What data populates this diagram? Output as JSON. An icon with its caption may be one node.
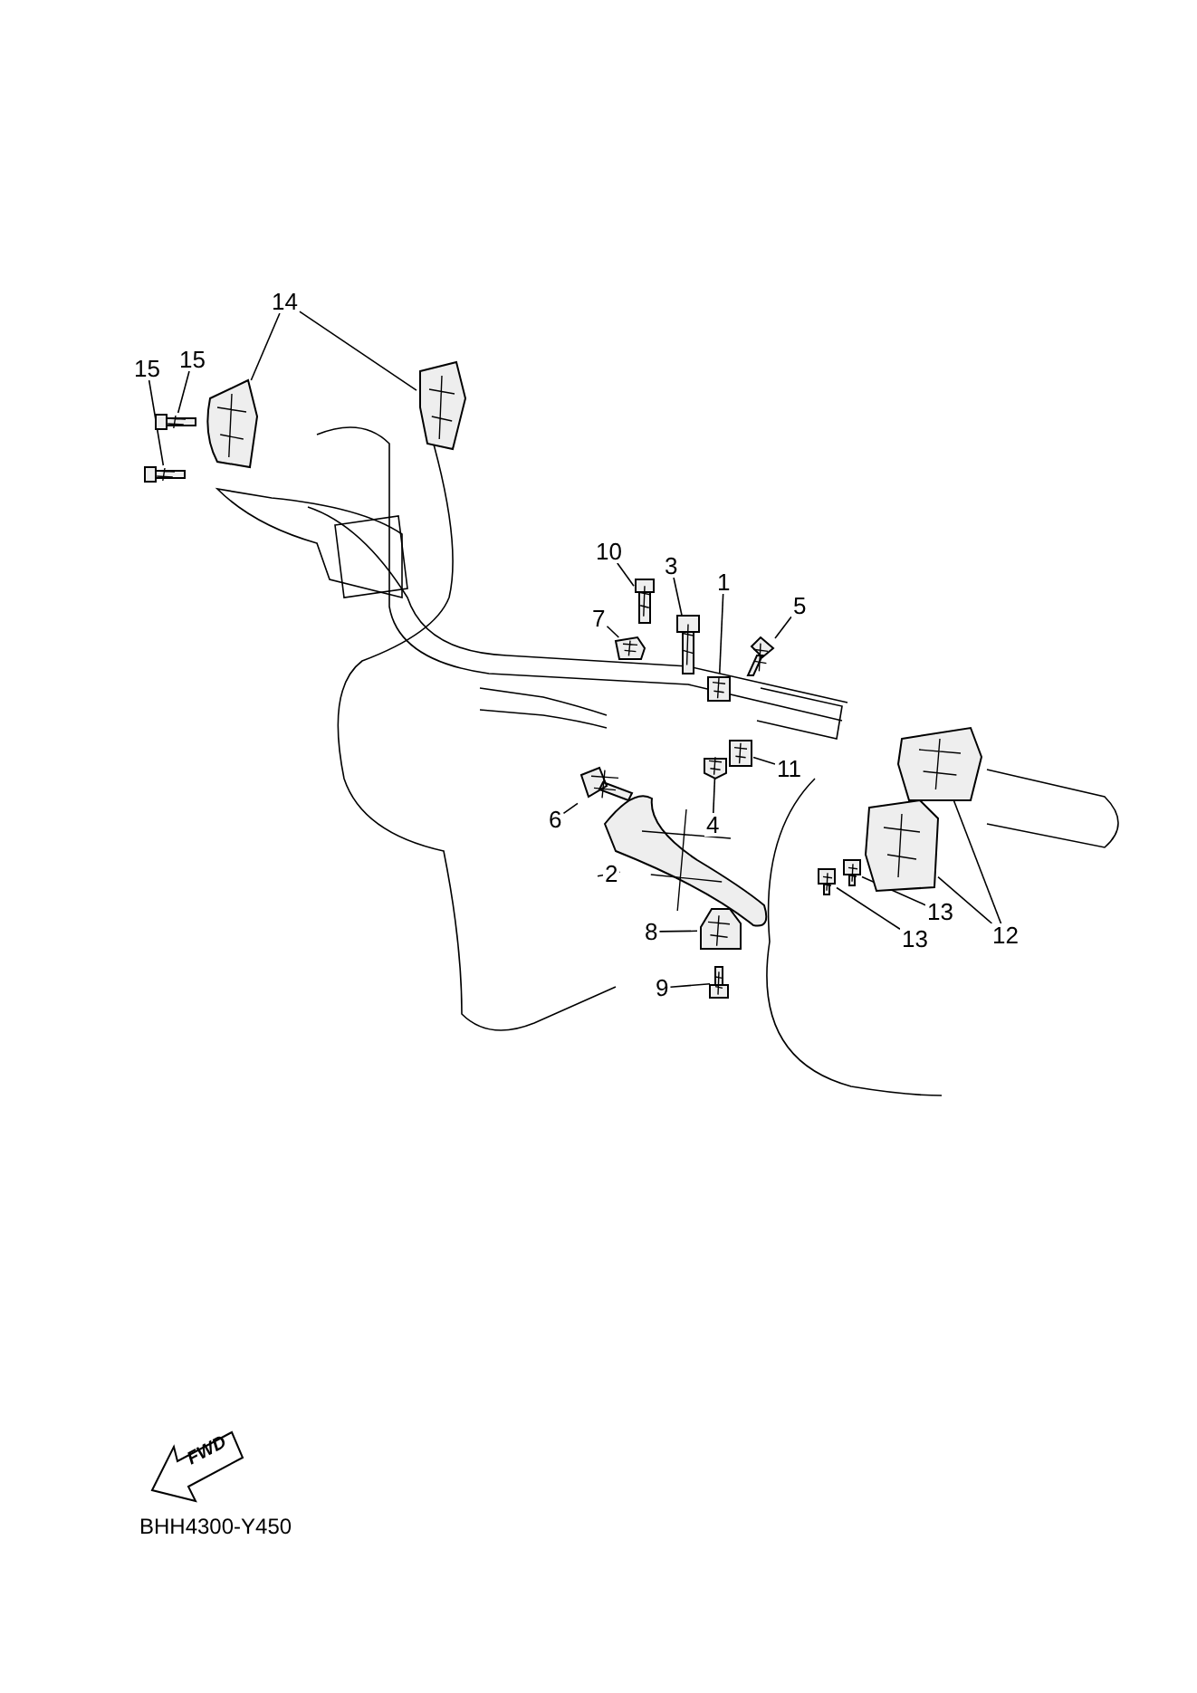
{
  "diagram": {
    "nodes": [
      {
        "text": [
          "14"
        ]
      },
      {
        "text": [
          "15"
        ]
      },
      {
        "text": [
          "15"
        ]
      },
      {
        "text": [
          "10"
        ]
      },
      {
        "text": [
          "3"
        ]
      },
      {
        "text": [
          "1"
        ]
      },
      {
        "text": [
          "5"
        ]
      },
      {
        "text": [
          "7"
        ]
      },
      {
        "text": [
          "11"
        ]
      },
      {
        "text": [
          "6"
        ]
      },
      {
        "text": [
          "4"
        ]
      },
      {
        "text": [
          "2"
        ]
      },
      {
        "text": [
          "13"
        ]
      },
      {
        "text": [
          "8"
        ]
      },
      {
        "text": [
          "12"
        ]
      },
      {
        "text": [
          "13"
        ]
      },
      {
        "text": [
          "9"
        ]
      },
      {
        "text": [],
        "shape": "picture"
      },
      {
        "text": [],
        "shape": "picture"
      },
      {
        "text": [],
        "shape": "picture"
      },
      {
        "text": [],
        "shape": "picture"
      },
      {
        "text": [],
        "shape": "picture"
      },
      {
        "text": [],
        "shape": "picture"
      },
      {
        "text": [],
        "shape": "picture"
      },
      {
        "text": [],
        "shape": "picture"
      },
      {
        "text": [],
        "shape": "picture"
      },
      {
        "text": [],
        "shape": "picture"
      },
      {
        "text": [],
        "shape": "picture"
      },
      {
        "text": [],
        "shape": "picture"
      },
      {
        "text": [],
        "shape": "picture"
      },
      {
        "text": [],
        "shape": "picture"
      },
      {
        "text": [],
        "shape": "picture"
      },
      {
        "text": [],
        "shape": "picture"
      },
      {
        "text": [],
        "shape": "picture"
      },
      {
        "text": [],
        "shape": "picture"
      },
      {
        "text": [],
        "shape": "picture"
      },
      {
        "text": [
          "FWD"
        ]
      }
    ],
    "edges": [
      {
        "from": 0,
        "to": 17,
        "arrow": "none"
      },
      {
        "from": 0,
        "to": 18,
        "arrow": "none"
      },
      {
        "from": 1,
        "to": 19,
        "arrow": "none"
      },
      {
        "from": 2,
        "to": 20,
        "arrow": "none"
      },
      {
        "from": 3,
        "to": 21,
        "arrow": "none"
      },
      {
        "from": 4,
        "to": 22,
        "arrow": "none"
      },
      {
        "from": 5,
        "to": 23,
        "arrow": "none"
      },
      {
        "from": 6,
        "to": 24,
        "arrow": "none"
      },
      {
        "from": 7,
        "to": 25,
        "arrow": "none"
      },
      {
        "from": 8,
        "to": 26,
        "arrow": "none"
      },
      {
        "from": 9,
        "to": 27,
        "arrow": "none"
      },
      {
        "from": 10,
        "to": 28,
        "arrow": "none"
      },
      {
        "from": 11,
        "to": 29,
        "arrow": "none"
      },
      {
        "from": 12,
        "to": 30,
        "arrow": "none"
      },
      {
        "from": 13,
        "to": 31,
        "arrow": "none"
      },
      {
        "from": 14,
        "to": 32,
        "arrow": "none"
      },
      {
        "from": 14,
        "to": 33,
        "arrow": "none"
      },
      {
        "from": 15,
        "to": 34,
        "arrow": "none"
      },
      {
        "from": 16,
        "to": 35,
        "arrow": "none"
      }
    ],
    "labels": [
      "BHH4300-Y450"
    ]
  }
}
